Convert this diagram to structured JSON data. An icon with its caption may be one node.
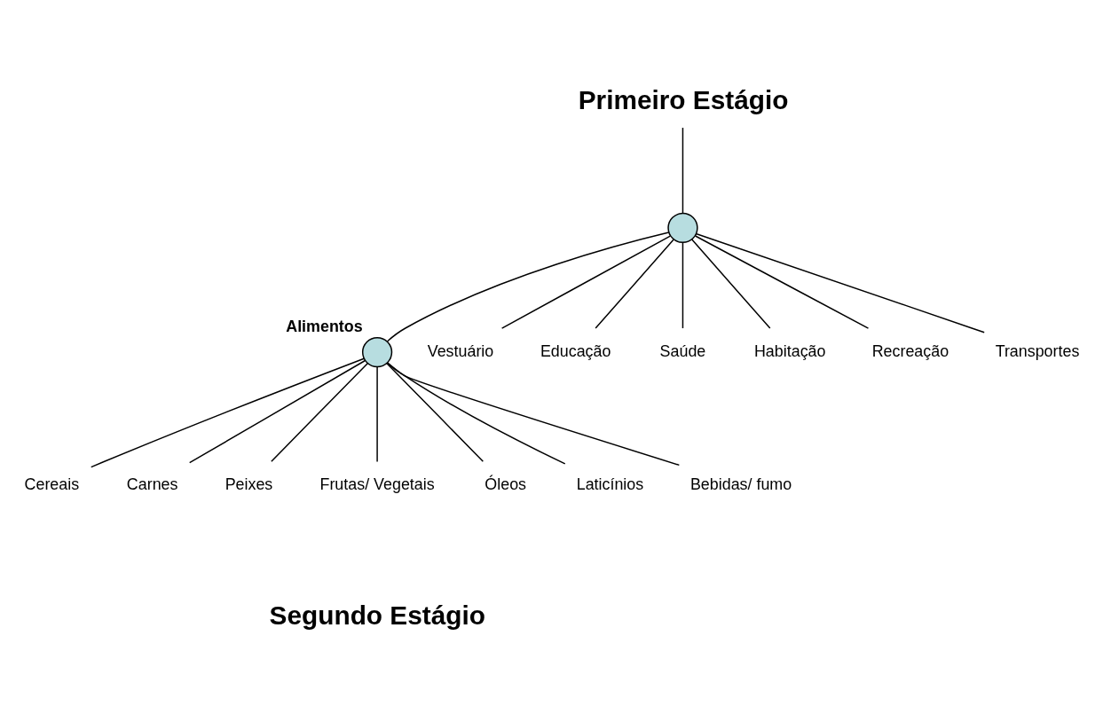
{
  "diagram": {
    "nodes": [
      {
        "text": [
          "Primeiro Estágio"
        ]
      },
      {
        "text": [],
        "shape": "circle"
      },
      {
        "text": [
          "Alimentos"
        ]
      },
      {
        "text": [
          "Vestuário"
        ]
      },
      {
        "text": [
          "Educação"
        ]
      },
      {
        "text": [
          "Saúde"
        ]
      },
      {
        "text": [
          "Habitação"
        ]
      },
      {
        "text": [
          "Recreação"
        ]
      },
      {
        "text": [
          "Transportes"
        ]
      },
      {
        "text": [
          "Cereais"
        ]
      },
      {
        "text": [
          "Carnes"
        ]
      },
      {
        "text": [
          "Peixes"
        ]
      },
      {
        "text": [
          "Frutas/ Vegetais"
        ]
      },
      {
        "text": [
          "Óleos"
        ]
      },
      {
        "text": [
          "Laticínios"
        ]
      },
      {
        "text": [
          "Bebidas/ fumo"
        ]
      }
    ],
    "edges": [
      {
        "from": 0,
        "to": 1,
        "arrow": "none"
      },
      {
        "from": 1,
        "to": 2,
        "arrow": "none"
      },
      {
        "from": 1,
        "to": 3,
        "arrow": "none"
      },
      {
        "from": 1,
        "to": 4,
        "arrow": "none"
      },
      {
        "from": 1,
        "to": 5,
        "arrow": "none"
      },
      {
        "from": 1,
        "to": 6,
        "arrow": "none"
      },
      {
        "from": 1,
        "to": 7,
        "arrow": "none"
      },
      {
        "from": 1,
        "to": 8,
        "arrow": "none"
      },
      {
        "from": 2,
        "to": 9,
        "arrow": "none"
      },
      {
        "from": 2,
        "to": 10,
        "arrow": "none"
      },
      {
        "from": 2,
        "to": 11,
        "arrow": "none"
      },
      {
        "from": 2,
        "to": 12,
        "arrow": "none"
      },
      {
        "from": 2,
        "to": 13,
        "arrow": "none"
      },
      {
        "from": 2,
        "to": 14,
        "arrow": "none"
      },
      {
        "from": 2,
        "to": 15,
        "arrow": "none"
      }
    ],
    "labels": [
      "Segundo Estágio"
    ]
  }
}
